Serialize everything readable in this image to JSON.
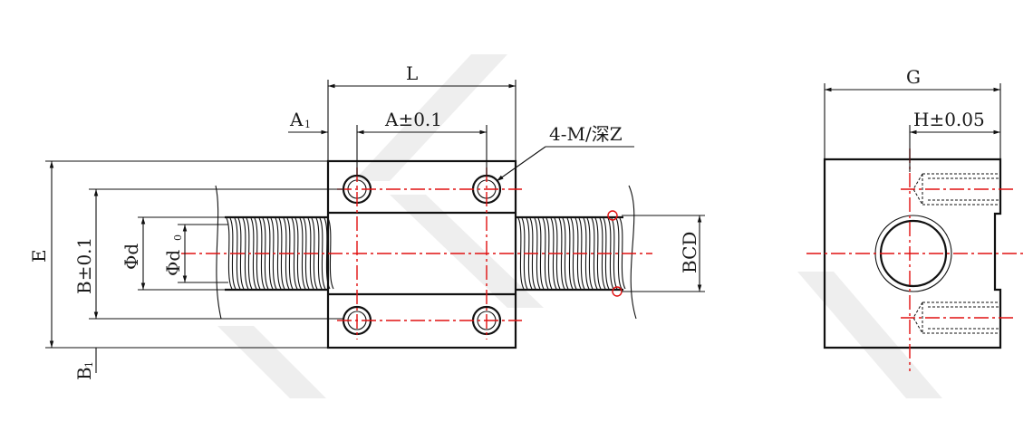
{
  "labels": {
    "L": "L",
    "A1": "A",
    "A1_sub": "1",
    "A_tol": "A±0.1",
    "thread_note": "4-M/深Z",
    "E": "E",
    "B_tol": "B±0.1",
    "phi_d": "Φd",
    "phi_d0": "Φd",
    "phi_d0_sub": "0",
    "BCD": "BCD",
    "B1": "B",
    "B1_sub": "1",
    "G": "G",
    "H_tol": "H±0.05"
  },
  "colors": {
    "outline": "#111111",
    "centerline": "#e01010",
    "watermark": "#eeeeee"
  }
}
